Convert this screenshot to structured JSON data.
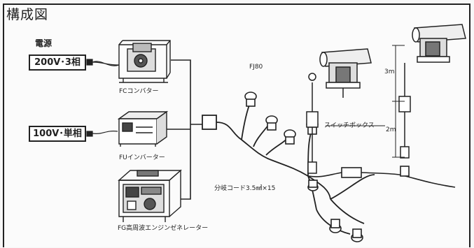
{
  "title": "構成図",
  "power_source": {
    "heading": "電源",
    "three_phase": "200V･3相",
    "single_phase": "100V･単相"
  },
  "devices": {
    "fc_converter": "FCコンバター",
    "fu_inverter": "FUインバーター",
    "fg_generator": "FG高周波エンジンゼネレーター"
  },
  "parts": {
    "fj80": "FJ80",
    "switch_box": "スイッチボックス",
    "branch_cord": "分岐コード3.5㎟×15"
  },
  "dimensions": {
    "upper": "3m",
    "lower": "2m"
  }
}
